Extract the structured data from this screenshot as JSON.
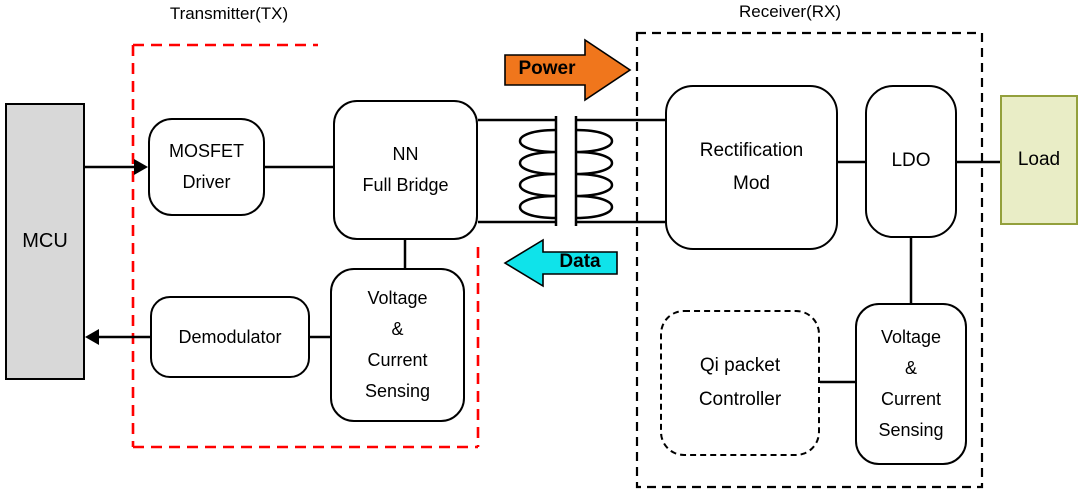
{
  "titles": {
    "tx": "Transmitter(TX)",
    "rx": "Receiver(RX)"
  },
  "blocks": {
    "mcu": {
      "label": "MCU"
    },
    "mosfet_driver": {
      "lines": [
        "MOSFET",
        "Driver"
      ]
    },
    "nn_full_bridge": {
      "lines": [
        "NN",
        "Full Bridge"
      ]
    },
    "tx_sensing": {
      "lines": [
        "Voltage",
        "&",
        "Current",
        "Sensing"
      ]
    },
    "demodulator": {
      "label": "Demodulator"
    },
    "rectification_mod": {
      "lines": [
        "Rectification",
        "Mod"
      ]
    },
    "ldo": {
      "label": "LDO"
    },
    "rx_sensing": {
      "lines": [
        "Voltage",
        "&",
        "Current",
        "Sensing"
      ]
    },
    "qi_packet_controller": {
      "lines": [
        "Qi packet",
        "Controller"
      ]
    },
    "load": {
      "label": "Load"
    }
  },
  "arrows": {
    "power_label": "Power",
    "data_label": "Data"
  },
  "colors": {
    "tx_boundary": "#ff0000",
    "rx_boundary": "#000000",
    "power_arrow_fill": "#f0761c",
    "data_arrow_fill": "#0fe3ea",
    "mcu_fill": "#d8d8d8",
    "load_fill": "#e9edc6",
    "load_border": "#93a03c",
    "line": "#000000"
  }
}
